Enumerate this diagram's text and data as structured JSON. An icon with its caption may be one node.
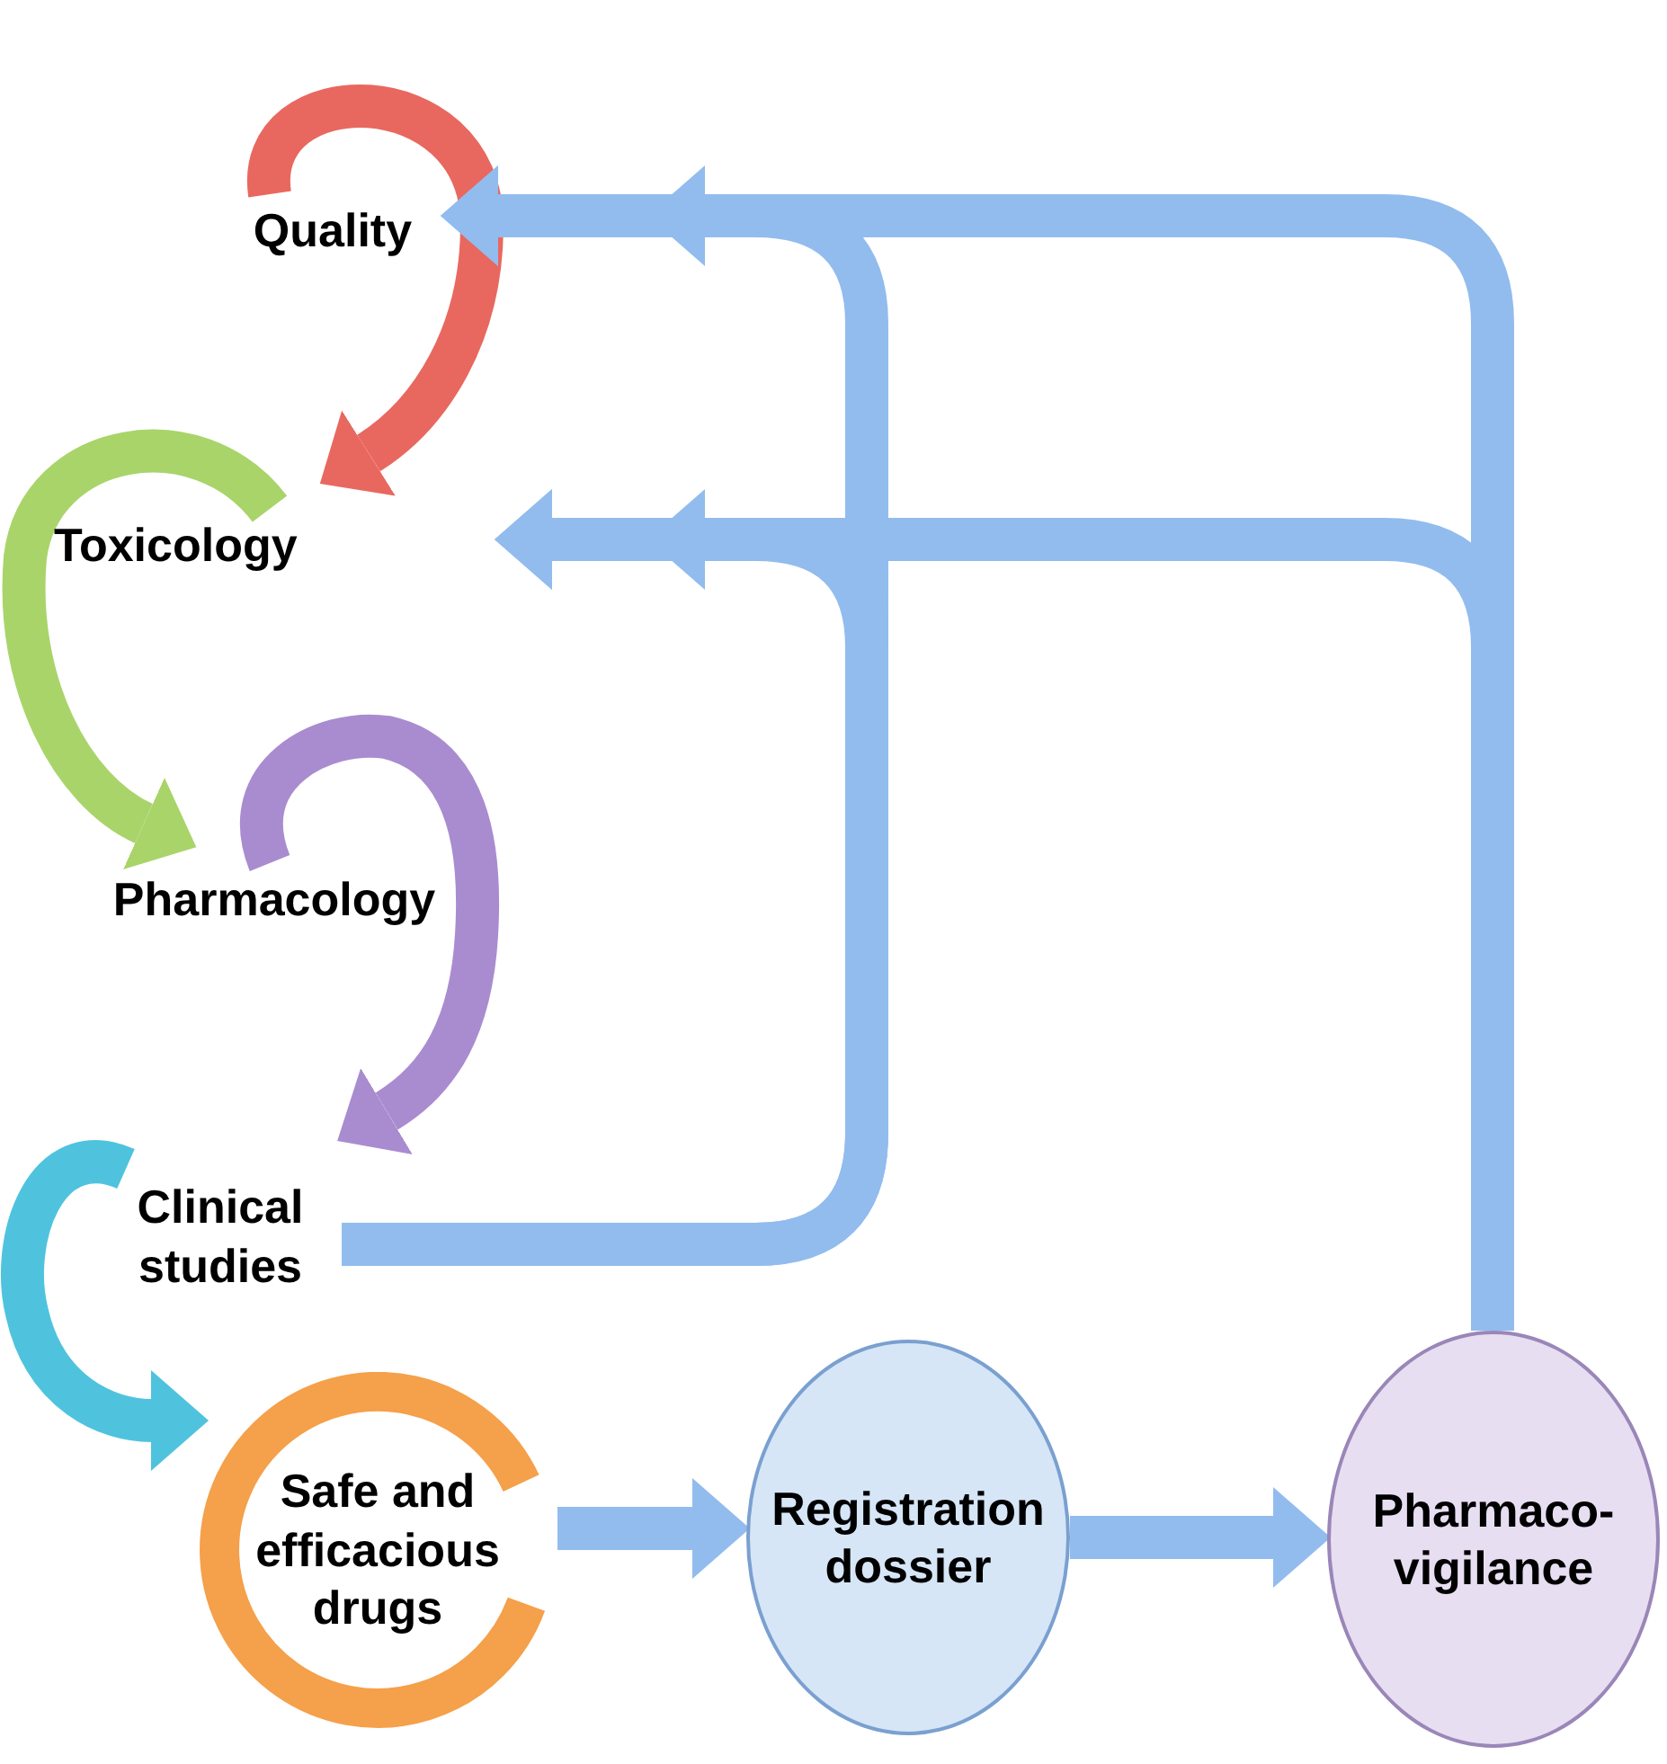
{
  "diagram": {
    "nodes": [
      {
        "text": [
          "Quality"
        ]
      },
      {
        "text": [
          "Toxicology"
        ]
      },
      {
        "text": [
          "Pharmacology"
        ]
      },
      {
        "text": [
          "Clinical studies"
        ]
      },
      {
        "text": [
          "Safe and efficacious drugs"
        ]
      },
      {
        "text": [
          "Registration dossier"
        ]
      },
      {
        "text": [
          "Pharmaco- vigilance"
        ]
      }
    ],
    "edges": [
      {
        "from": 0,
        "to": 1,
        "arrow": "to",
        "color": "#e8685f"
      },
      {
        "from": 1,
        "to": 2,
        "arrow": "to",
        "color": "#a9d46a"
      },
      {
        "from": 2,
        "to": 3,
        "arrow": "to",
        "color": "#a98ccf"
      },
      {
        "from": 3,
        "to": 4,
        "arrow": "to",
        "color": "#4fc3de"
      },
      {
        "from": 4,
        "to": 5,
        "arrow": "to"
      },
      {
        "from": 5,
        "to": 6,
        "arrow": "to"
      },
      {
        "from": 3,
        "to": 0,
        "arrow": "to"
      },
      {
        "from": 3,
        "to": 1,
        "arrow": "to"
      },
      {
        "from": 6,
        "to": 0,
        "arrow": "to"
      },
      {
        "from": 6,
        "to": 1,
        "arrow": "to"
      }
    ]
  }
}
